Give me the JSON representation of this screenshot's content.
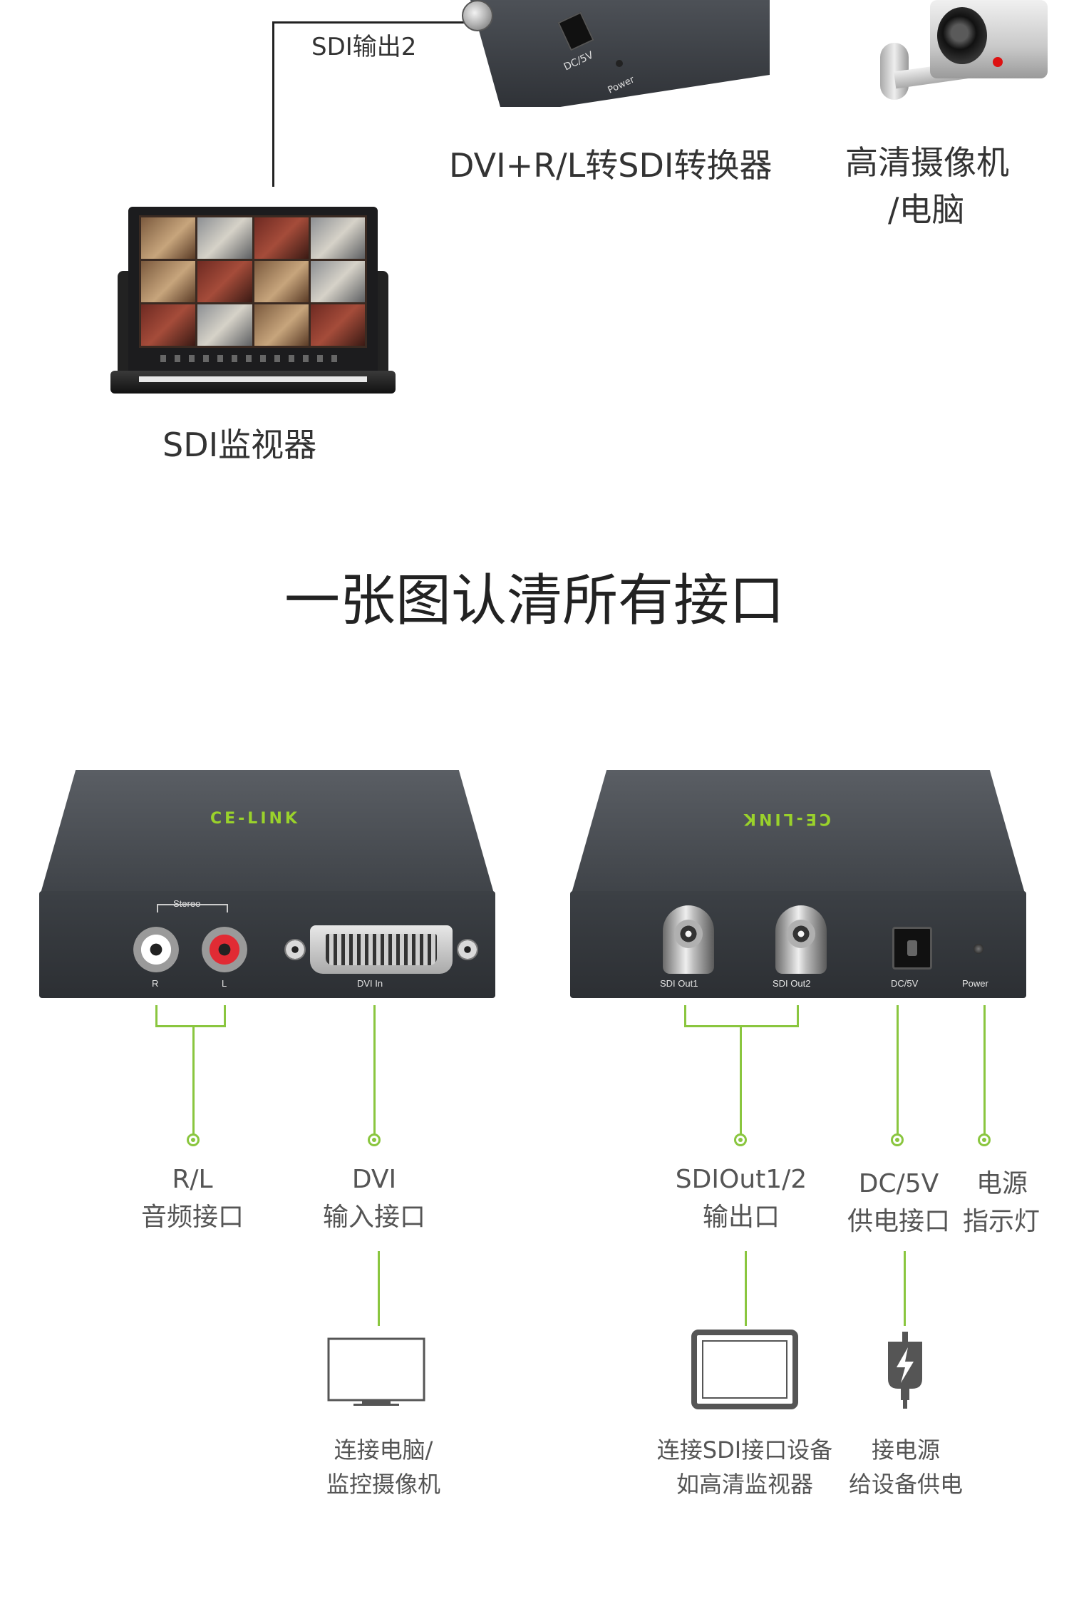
{
  "top": {
    "sdi_out_label": "SDI输出2",
    "converter_caption": "DVI+R/L转SDI转换器",
    "camera_caption_line1": "高清摄像机",
    "camera_caption_line2": "/电脑",
    "monitor_caption": "SDI监视器",
    "top_device_ports": [
      "DC/5V",
      "Power"
    ]
  },
  "heading": "一张图认清所有接口",
  "left_device": {
    "logo": "CE-LINK",
    "stereo_label": "Stereo",
    "port_labels": {
      "r": "R",
      "l": "L",
      "dvi": "DVI In"
    }
  },
  "right_device": {
    "logo": "CE-LINK",
    "port_labels": {
      "sdi1": "SDI Out1",
      "sdi2": "SDI Out2",
      "dc": "DC/5V",
      "power": "Power"
    }
  },
  "callouts": {
    "rl": {
      "line1": "R/L",
      "line2": "音频接口"
    },
    "dvi": {
      "line1": "DVI",
      "line2": "输入接口"
    },
    "sdi": {
      "line1": "SDIOut1/2",
      "line2": "输出口"
    },
    "dc": {
      "line1": "DC/5V",
      "line2": "供电接口"
    },
    "power": {
      "line1": "电源",
      "line2": "指示灯"
    }
  },
  "targets": {
    "pc": {
      "line1": "连接电脑/",
      "line2": "监控摄像机"
    },
    "sdi_device": {
      "line1": "连接SDI接口设备",
      "line2": "如高清监视器"
    },
    "power_source": {
      "line1": "接电源",
      "line2": "给设备供电"
    }
  },
  "colors": {
    "accent_green": "#8ac63f",
    "logo_green": "#9ad22b",
    "text": "#555555"
  },
  "icons": {
    "pc": "monitor-outline-icon",
    "sdi_device": "display-icon",
    "power": "power-plug-icon"
  }
}
